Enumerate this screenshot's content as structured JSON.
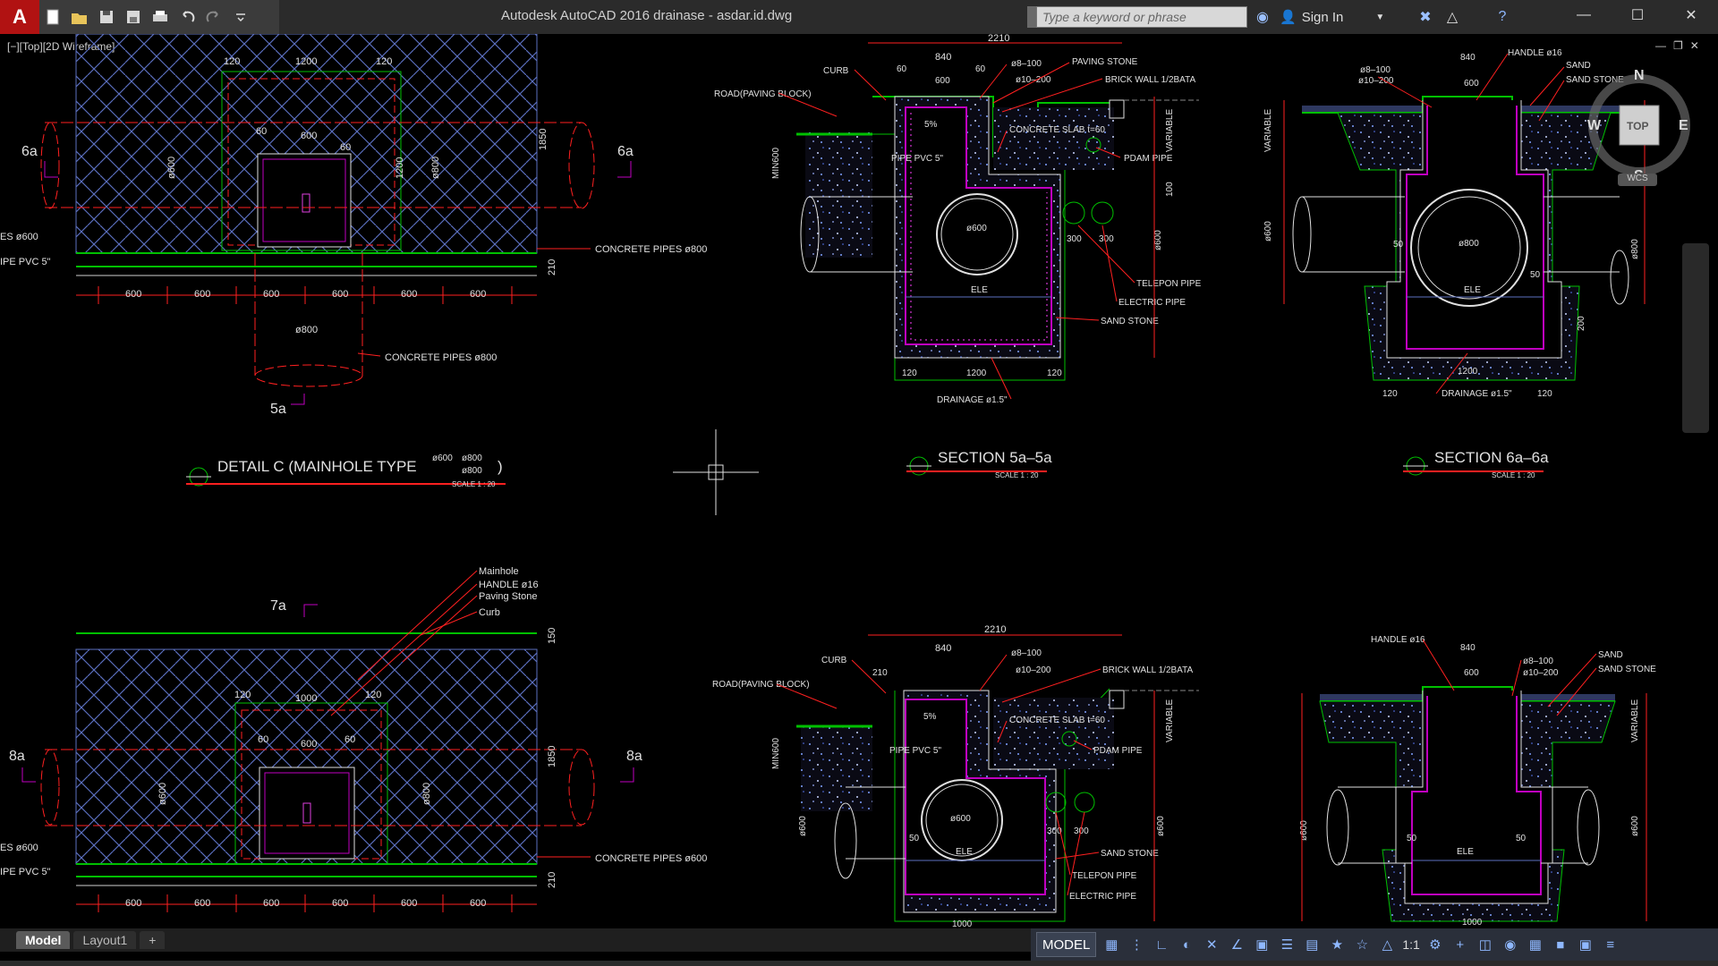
{
  "app": {
    "title": "Autodesk AutoCAD 2016     drainase - asdar.id.dwg",
    "logo": "A",
    "search_placeholder": "Type a keyword or phrase",
    "signin": "Sign In"
  },
  "viewport": {
    "label": "[−][Top][2D Wireframe]"
  },
  "drawing": {
    "plan_c": {
      "title": "DETAIL C (MAINHOLE TYPE",
      "title_close": ")",
      "opt1": "ø600",
      "opt2": "ø800",
      "opt3": "ø800",
      "scale": "SCALE 1 : 20",
      "sec_left": "6a",
      "sec_right": "6a",
      "sec_bottom": "5a",
      "d600": "600",
      "d120": "120",
      "d1200": "1200",
      "d60": "60",
      "d1850": "1850",
      "d210": "210",
      "dia600": "ø600",
      "dia800": "ø800",
      "conc800": "CONCRETE PIPES ø800",
      "cut_es600": "ES ø600",
      "cut_pvc": "IPE PVC 5\""
    },
    "sec_5a": {
      "title": "SECTION 5a–5a",
      "scale": "SCALE 1 : 20",
      "d2210": "2210",
      "d840": "840",
      "d60": "60",
      "d600": "600",
      "curb": "CURB",
      "road": "ROAD(PAVING BLOCK)",
      "rebar1": "ø8–100",
      "rebar2": "ø10–200",
      "paving": "PAVING STONE",
      "brick": "BRICK WALL 1/2BATA",
      "slab": "CONCRETE SLAB t=60",
      "pdam": "PDAM PIPE",
      "pvc": "PIPE PVC 5\"",
      "slope": "5%",
      "min600": "MIN600",
      "variable": "VARIABLE",
      "d100": "100",
      "d300": "300",
      "telepon": "TELEPON PIPE",
      "electric": "ELECTRIC PIPE",
      "sand_stone": "SAND STONE",
      "ele": "ELE",
      "d120": "120",
      "d1200": "1200",
      "drainage": "DRAINAGE ø1.5\""
    },
    "sec_6a": {
      "title": "SECTION 6a–6a",
      "scale": "SCALE 1 : 20",
      "d840": "840",
      "handle": "HANDLE ø16",
      "sand": "SAND",
      "sand_stone": "SAND STONE",
      "d50": "50",
      "d200": "200",
      "d1200": "1200",
      "d120": "120",
      "drainage": "DRAINAGE ø1.5\""
    },
    "plan_lower": {
      "sec_top": "7a",
      "sec_left": "8a",
      "sec_right": "8a",
      "mainhole": "Mainhole",
      "handle": "HANDLE ø16",
      "paving": "Paving Stone",
      "curb": "Curb",
      "d150": "150",
      "d1000": "1000",
      "conc600": "CONCRETE PIPES ø600"
    },
    "sec_lower_mid": {
      "d210": "210"
    },
    "sec_lower_right": {
      "d1000": "1000"
    }
  },
  "viewcube": {
    "n": "N",
    "s": "S",
    "e": "E",
    "w": "W",
    "face": "TOP",
    "wcs": "WCS"
  },
  "tabs": {
    "model": "Model",
    "layout1": "Layout1",
    "add": "+"
  },
  "status": {
    "model": "MODEL",
    "scale": "1:1"
  }
}
